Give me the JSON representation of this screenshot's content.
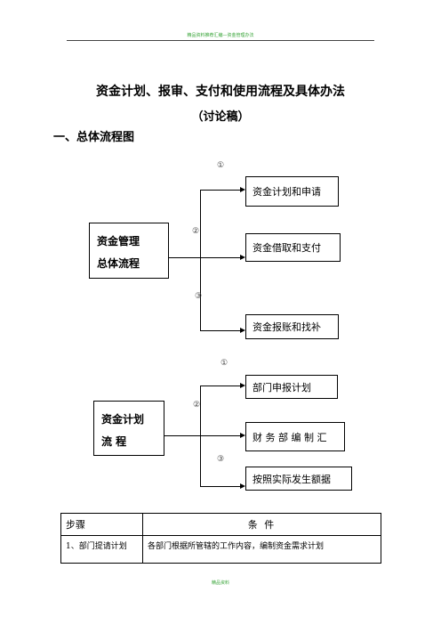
{
  "header_note": "精品资料推荐汇编—资金管理办法",
  "title": "资金计划、报审、支付和使用流程及具体办法",
  "subtitle": "（讨论稿）",
  "section_heading": "一、总体流程图",
  "diagram1": {
    "main_box": [
      "资金管理",
      "总体流程"
    ],
    "markers": [
      "①",
      "②",
      "③"
    ],
    "targets": [
      "资金计划和申请",
      "资金借取和支付",
      "资金报账和找补"
    ]
  },
  "diagram2": {
    "main_box": [
      "资金计划",
      "流  程"
    ],
    "markers": [
      "①",
      "②",
      "③"
    ],
    "targets": [
      "部门申报计划",
      "财 务 部 编 制 汇",
      "按照实际发生额据"
    ]
  },
  "table": {
    "headers": [
      "步骤",
      "条    件"
    ],
    "rows": [
      [
        "1、部门提请计划",
        "各部门根据所管辖的工作内容，编制资金需求计划"
      ]
    ]
  },
  "footer_note": "精品资料"
}
